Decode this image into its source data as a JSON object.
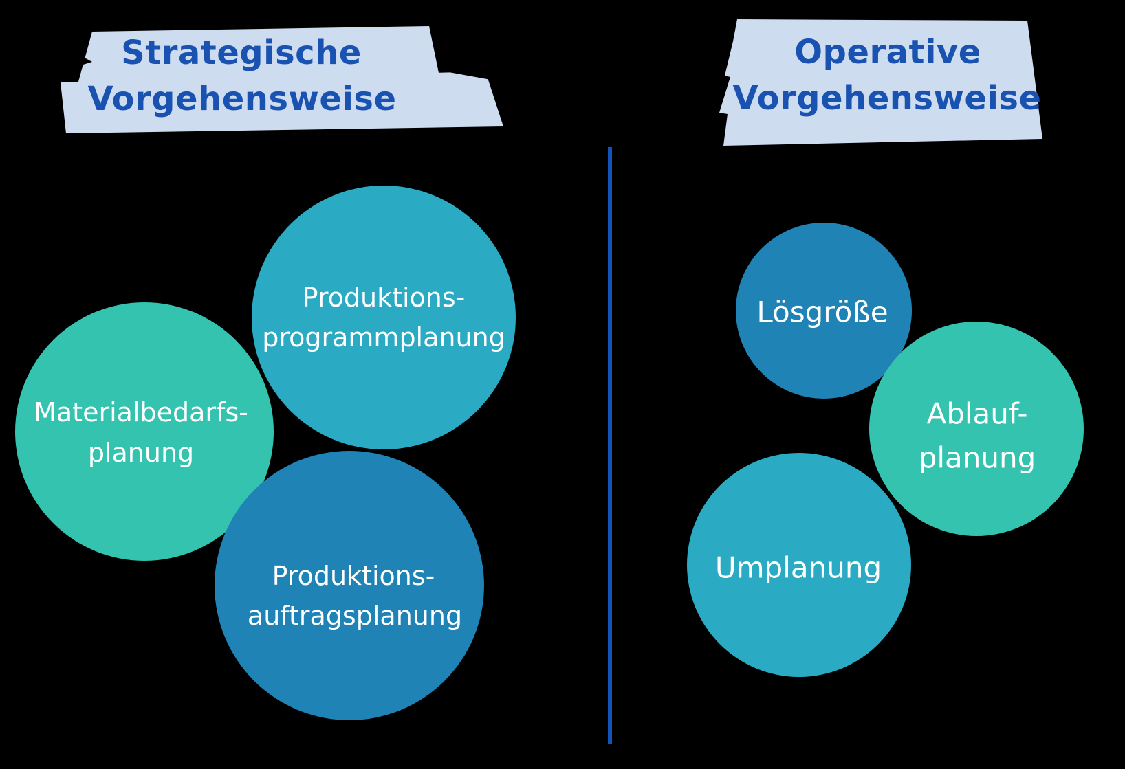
{
  "headers": {
    "left": {
      "line1": "Strategische",
      "line2": "Vorgehensweise"
    },
    "right": {
      "line1": "Operative",
      "line2": "Vorgehensweise"
    },
    "highlight_color": "#CEDCEF",
    "text_color": "#1952B1"
  },
  "divider": {
    "color": "#1254B8"
  },
  "palette": {
    "teal": "#2BABC3",
    "green": "#33C3AF",
    "blue": "#1F83B5",
    "label_text": "#FFFFFF",
    "background": "#000000"
  },
  "circles": [
    {
      "id": "produktionsprogrammplanung",
      "group": "strategisch",
      "color": "#2BABC3",
      "line1": "Produktions-",
      "line2": "programmplanung"
    },
    {
      "id": "materialbedarfsplanung",
      "group": "strategisch",
      "color": "#33C3AF",
      "line1": "Materialbedarfs-",
      "line2": "planung"
    },
    {
      "id": "produktionsauftragsplanung",
      "group": "strategisch",
      "color": "#1F83B5",
      "line1": "Produktions-",
      "line2": "auftragsplanung"
    },
    {
      "id": "losgroesse",
      "group": "operativ",
      "color": "#1F83B5",
      "line1": "Lösgröße",
      "line2": ""
    },
    {
      "id": "ablaufplanung",
      "group": "operativ",
      "color": "#33C3AF",
      "line1": "Ablauf-",
      "line2": "planung"
    },
    {
      "id": "umplanung",
      "group": "operativ",
      "color": "#2BABC3",
      "line1": "Umplanung",
      "line2": ""
    }
  ]
}
